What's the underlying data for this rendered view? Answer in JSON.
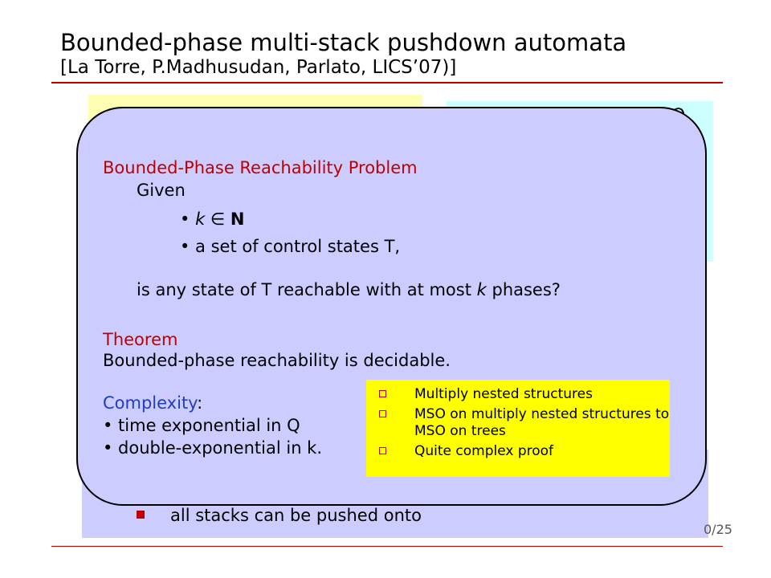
{
  "slide": {
    "title": "Bounded-phase multi-stack pushdown automata",
    "subtitle": "[La Torre, P.Madhusudan, Parlato, LICS’07)]",
    "page_number": "0/25",
    "background_glyph": "Q",
    "background_bullet": "all stacks can be pushed onto"
  },
  "overlay": {
    "problem_heading": "Bounded-Phase Reachability Problem",
    "given": "Given",
    "bullet_k_italic": "k",
    "bullet_k_in": " ∈ ",
    "bullet_k_bold": "N",
    "bullet_t": "• a set of control states T,",
    "question_prefix": "is any state of T reachable with at most ",
    "question_k": "k",
    "question_suffix": " phases?",
    "theorem_heading": "Theorem",
    "theorem_text": "Bounded-phase reachability is decidable.",
    "complexity_label": "Complexity",
    "complexity_colon": ":",
    "complexity_item1": "• time exponential in Q",
    "complexity_item2": "• double-exponential in k."
  },
  "note": {
    "items": [
      "Multiply nested structures",
      "MSO on multiply nested structures to MSO on trees",
      "Quite complex proof"
    ]
  },
  "colors": {
    "accent_red": "#c00000",
    "overlay_lavender": "#ccccff",
    "note_yellow": "#ffff00",
    "bg_yellow": "#ffffb3",
    "bg_cyan": "#ccffff",
    "complexity_blue": "#1f3fbf"
  }
}
